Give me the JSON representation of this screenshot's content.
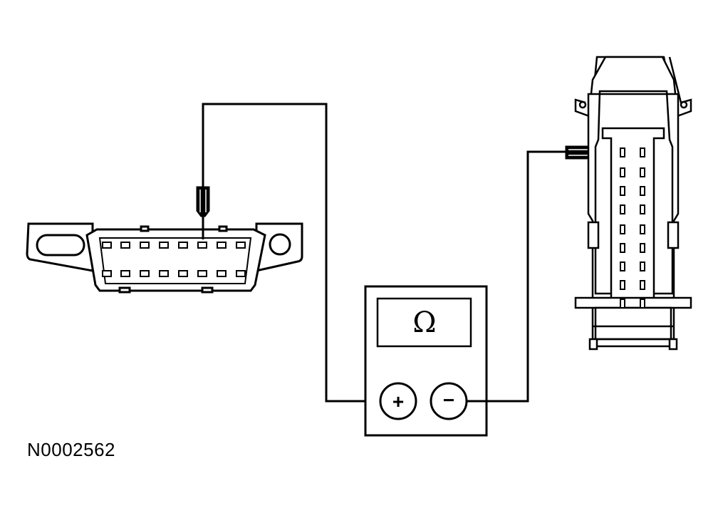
{
  "figure": {
    "reference_id": "N0002562"
  },
  "meter": {
    "display_symbol": "Ω",
    "positive_jack_symbol": "+",
    "negative_jack_symbol": "−"
  },
  "colors": {
    "line": "#000000",
    "background": "#ffffff"
  },
  "components": [
    "dlc-connector",
    "multimeter",
    "module-connector",
    "test-lead-positive",
    "test-lead-negative"
  ]
}
